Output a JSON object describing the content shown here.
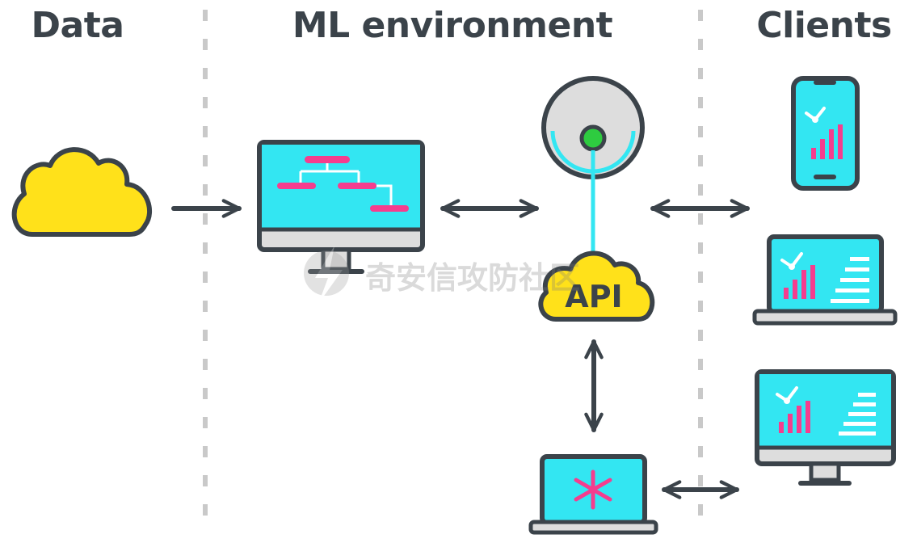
{
  "columns": {
    "data_title": "Data",
    "ml_title": "ML environment",
    "clients_title": "Clients"
  },
  "api_label": "API",
  "watermark": "奇安信攻防社区",
  "colors": {
    "outline": "#3b434a",
    "cyan": "#33e6f2",
    "yellow": "#ffe11a",
    "pink": "#f53d8e",
    "white": "#ffffff",
    "grey_light": "#dddddd",
    "green": "#2ecc40",
    "divider": "#c9c9c9"
  },
  "icons": [
    "cloud-icon",
    "monitor-icon",
    "server-disk-icon",
    "api-cloud-icon",
    "laptop-icon",
    "phone-icon",
    "chart-icon",
    "arrow-icon"
  ]
}
